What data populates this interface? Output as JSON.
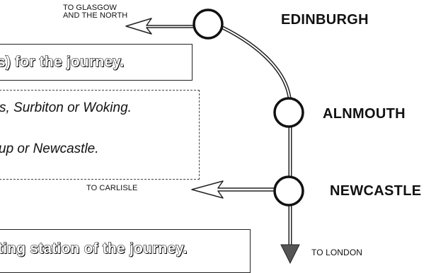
{
  "labels": {
    "glasgow_line1": "TO GLASGOW",
    "glasgow_line2": "AND THE NORTH",
    "carlisle": "TO CARLISLE",
    "london": "TO LONDON"
  },
  "stations": {
    "edinburgh": "EDINBURGH",
    "alnmouth": "ALNMOUTH",
    "newcastle": "NEWCASTLE"
  },
  "boxes": {
    "top_text": "s) for the journey.",
    "middle_line1": "s, Surbiton or Woking.",
    "middle_line2": "up or Newcastle.",
    "bottom_text": "ting station of the journey."
  }
}
